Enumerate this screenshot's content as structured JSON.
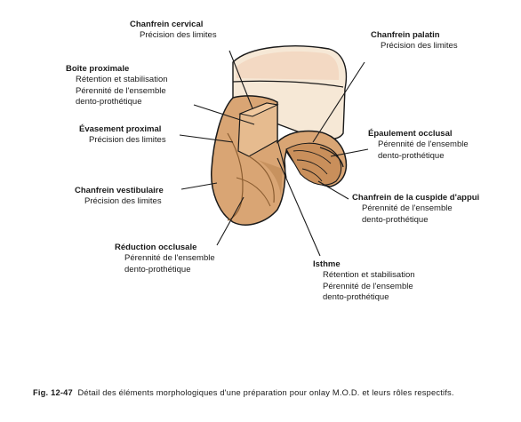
{
  "labels": {
    "cervical": {
      "title": "Chanfrein cervical",
      "lines": [
        "Précision des limites"
      ]
    },
    "palatin": {
      "title": "Chanfrein palatin",
      "lines": [
        "Précision des limites"
      ]
    },
    "proximale": {
      "title": "Boîte proximale",
      "lines": [
        "Rétention et stabilisation",
        "Pérennité de l'ensemble",
        "dento-prothétique"
      ]
    },
    "evasement": {
      "title": "Évasement proximal",
      "lines": [
        "Précision des limites"
      ]
    },
    "epaulement": {
      "title": "Épaulement occlusal",
      "lines": [
        "Pérennité de l'ensemble",
        "dento-prothétique"
      ]
    },
    "vestibulaire": {
      "title": "Chanfrein vestibulaire",
      "lines": [
        "Précision des limites"
      ]
    },
    "cuspide": {
      "title": "Chanfrein de la cuspide d'appui",
      "lines": [
        "Pérennité de l'ensemble",
        "dento-prothétique"
      ]
    },
    "reduction": {
      "title": "Réduction occlusale",
      "lines": [
        "Pérennité de l'ensemble",
        "dento-prothétique"
      ]
    },
    "isthme": {
      "title": "Isthme",
      "lines": [
        "Rétention et stabilisation",
        "Pérennité de l'ensemble",
        "dento-prothétique"
      ]
    }
  },
  "caption": {
    "fig": "Fig. 12-47",
    "text": "Détail des éléments morphologiques d'une préparation pour onlay M.O.D. et leurs rôles respectifs."
  },
  "colors": {
    "root": "#f6e8d6",
    "root_shadow": "#efd9c0",
    "tooth": "#d9a574",
    "tooth_dark": "#b8834f",
    "tooth_light": "#e6bb8f",
    "outline": "#1a1a1a"
  }
}
